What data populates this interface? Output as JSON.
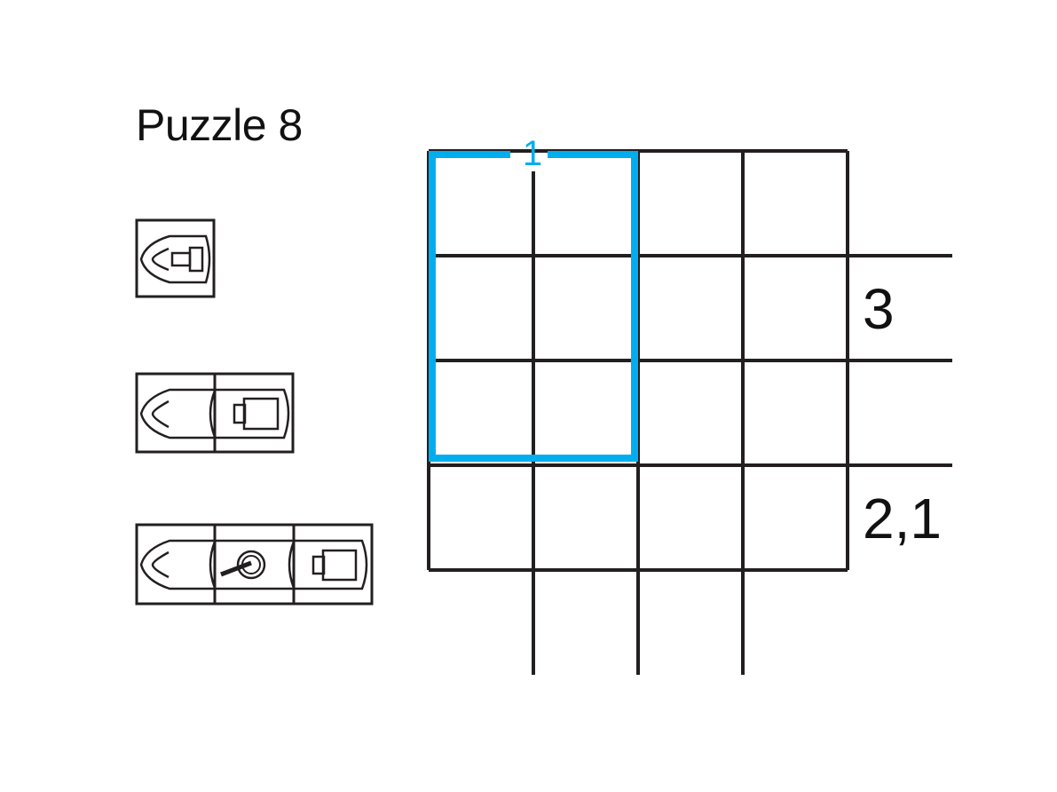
{
  "title": "Puzzle 8",
  "grid": {
    "rows": 4,
    "cols": 4
  },
  "clues": {
    "highlight_region_clue": "1",
    "row_clue_3": "3",
    "row_clue_21": "2,1"
  },
  "fleet": [
    {
      "name": "ship-size-1",
      "size": 1
    },
    {
      "name": "ship-size-2",
      "size": 2
    },
    {
      "name": "ship-size-3",
      "size": 3
    }
  ],
  "colors": {
    "highlight": "#00aeef",
    "ink": "#231f20"
  }
}
